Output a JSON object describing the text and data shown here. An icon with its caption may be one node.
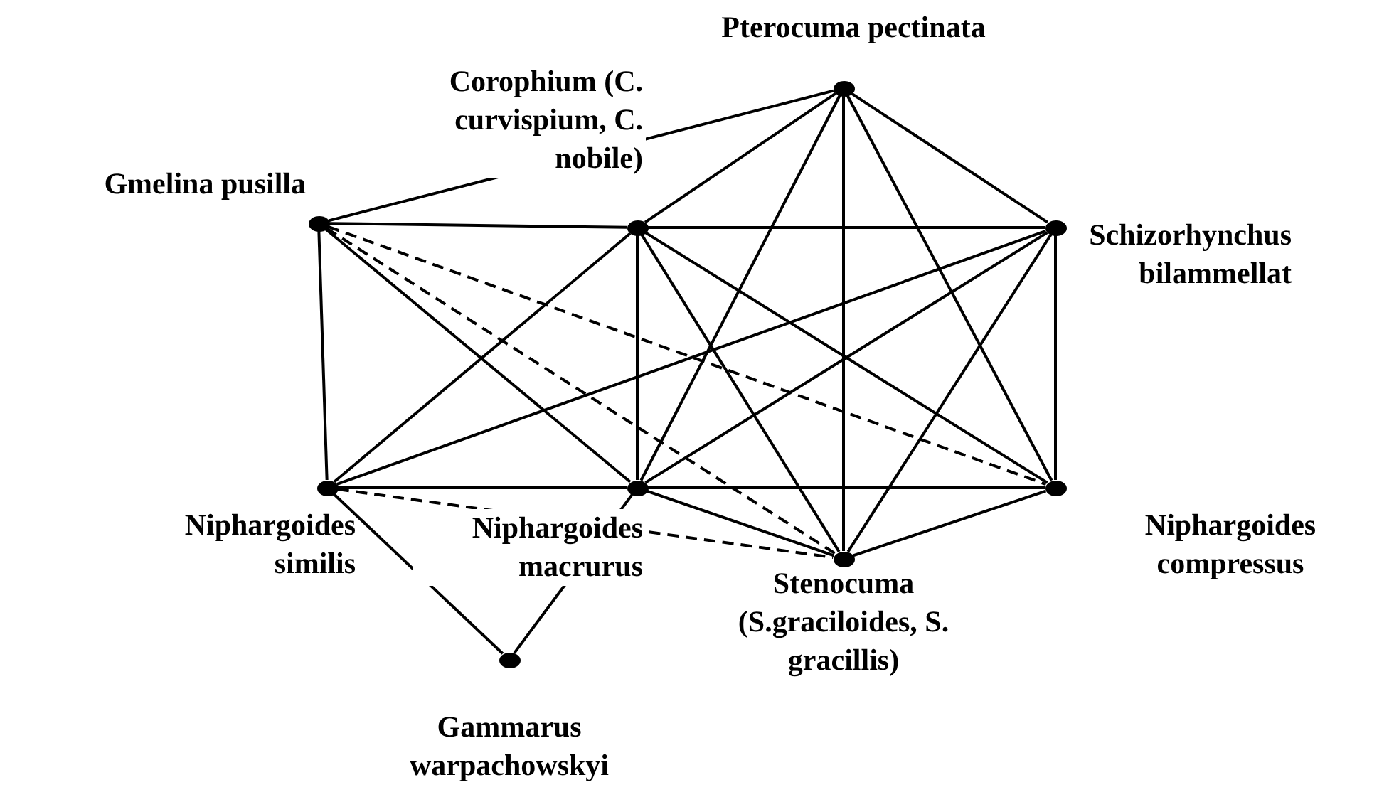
{
  "diagram": {
    "nodes": [
      {
        "text": [],
        "shape": "circle",
        "beside": [
          "Pterocuma pectinata"
        ]
      },
      {
        "text": [],
        "shape": "circle",
        "beside": [
          "Gmelina pusilla"
        ]
      },
      {
        "text": [],
        "shape": "circle",
        "beside": [
          "Corophium (C. curvispium, C. nobile)"
        ]
      },
      {
        "text": [],
        "shape": "circle",
        "beside": [
          "Schizorhynchus bilammellat"
        ]
      },
      {
        "text": [],
        "shape": "circle",
        "beside": [
          "Niphargoides similis"
        ]
      },
      {
        "text": [],
        "shape": "circle",
        "beside": [
          "Niphargoides macrurus"
        ]
      },
      {
        "text": [],
        "shape": "circle",
        "beside": [
          "Niphargoides compressus"
        ]
      },
      {
        "text": [],
        "shape": "circle",
        "beside": [
          "Stenocuma (S.graciloides, S. gracillis)"
        ]
      },
      {
        "text": [],
        "shape": "circle",
        "beside": [
          "Gammarus warpachowskyi"
        ]
      }
    ],
    "edges": [
      {
        "from": 0,
        "to": 1,
        "arrow": "none"
      },
      {
        "from": 0,
        "to": 2,
        "arrow": "none"
      },
      {
        "from": 0,
        "to": 3,
        "arrow": "none"
      },
      {
        "from": 0,
        "to": 5,
        "arrow": "none"
      },
      {
        "from": 0,
        "to": 7,
        "arrow": "none"
      },
      {
        "from": 0,
        "to": 6,
        "arrow": "none"
      },
      {
        "from": 1,
        "to": 2,
        "arrow": "none"
      },
      {
        "from": 1,
        "to": 4,
        "arrow": "none"
      },
      {
        "from": 1,
        "to": 5,
        "arrow": "none"
      },
      {
        "from": 1,
        "to": 7,
        "arrow": "none",
        "style": "dashed"
      },
      {
        "from": 1,
        "to": 6,
        "arrow": "none",
        "style": "dashed"
      },
      {
        "from": 2,
        "to": 3,
        "arrow": "none"
      },
      {
        "from": 2,
        "to": 5,
        "arrow": "none"
      },
      {
        "from": 2,
        "to": 4,
        "arrow": "none"
      },
      {
        "from": 2,
        "to": 7,
        "arrow": "none"
      },
      {
        "from": 2,
        "to": 6,
        "arrow": "none"
      },
      {
        "from": 3,
        "to": 6,
        "arrow": "none"
      },
      {
        "from": 3,
        "to": 4,
        "arrow": "none"
      },
      {
        "from": 3,
        "to": 5,
        "arrow": "none"
      },
      {
        "from": 3,
        "to": 7,
        "arrow": "none"
      },
      {
        "from": 4,
        "to": 5,
        "arrow": "none"
      },
      {
        "from": 4,
        "to": 7,
        "arrow": "none",
        "style": "dashed"
      },
      {
        "from": 4,
        "to": 8,
        "arrow": "none"
      },
      {
        "from": 5,
        "to": 6,
        "arrow": "none"
      },
      {
        "from": 5,
        "to": 7,
        "arrow": "none"
      },
      {
        "from": 5,
        "to": 8,
        "arrow": "none"
      },
      {
        "from": 6,
        "to": 7,
        "arrow": "none"
      }
    ]
  }
}
